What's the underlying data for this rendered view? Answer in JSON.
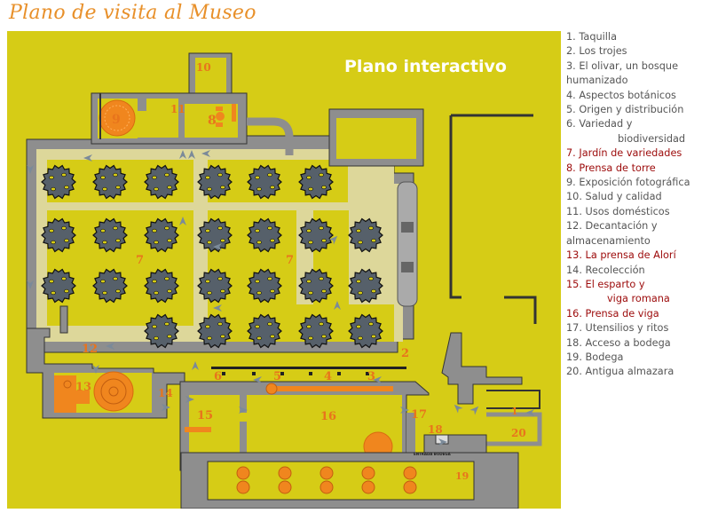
{
  "page": {
    "title": "Plano de visita al Museo"
  },
  "map": {
    "heading": "Plano interactivo",
    "colors": {
      "ground": "#d6cc16",
      "wall": "#8e8e8e",
      "path": "#ddd79a",
      "tree": "#56606a",
      "accent": "#f0861e",
      "label": "#e8741c"
    },
    "area_labels": [
      {
        "id": "1",
        "text": "1"
      },
      {
        "id": "2",
        "text": "2"
      },
      {
        "id": "3",
        "text": "3"
      },
      {
        "id": "4",
        "text": "4"
      },
      {
        "id": "5",
        "text": "5"
      },
      {
        "id": "6",
        "text": "6"
      },
      {
        "id": "7a",
        "text": "7"
      },
      {
        "id": "7b",
        "text": "7"
      },
      {
        "id": "8",
        "text": "8"
      },
      {
        "id": "9",
        "text": "9"
      },
      {
        "id": "10",
        "text": "10"
      },
      {
        "id": "11",
        "text": "11"
      },
      {
        "id": "12",
        "text": "12"
      },
      {
        "id": "13",
        "text": "13"
      },
      {
        "id": "14",
        "text": "14"
      },
      {
        "id": "15",
        "text": "15"
      },
      {
        "id": "16",
        "text": "16"
      },
      {
        "id": "17",
        "text": "17"
      },
      {
        "id": "18",
        "text": "18"
      },
      {
        "id": "19",
        "text": "19"
      },
      {
        "id": "20",
        "text": "20"
      }
    ],
    "entrance_label": "ENTRADA BODEGA"
  },
  "legend": {
    "items": [
      {
        "n": "1",
        "text": "1. Taquilla",
        "highlight": false
      },
      {
        "n": "2",
        "text": "2. Los trojes",
        "highlight": false
      },
      {
        "n": "3",
        "text": "3. El olivar, un bosque",
        "cont": "humanizado",
        "highlight": false
      },
      {
        "n": "4",
        "text": "4. Aspectos botánicos",
        "highlight": false
      },
      {
        "n": "5",
        "text": "5. Origen y distribución",
        "highlight": false
      },
      {
        "n": "6",
        "text": "6. Variedad y",
        "cont": "biodiversidad",
        "highlight": false
      },
      {
        "n": "7",
        "text": "7. Jardín de variedades",
        "highlight": true
      },
      {
        "n": "8",
        "text": "8. Prensa de torre",
        "highlight": true
      },
      {
        "n": "9",
        "text": "9. Exposición fotográfica",
        "highlight": false
      },
      {
        "n": "10",
        "text": "10. Salud y calidad",
        "highlight": false
      },
      {
        "n": "11",
        "text": "11. Usos domésticos",
        "highlight": false
      },
      {
        "n": "12",
        "text": "12. Decantación y",
        "cont": "almacenamiento",
        "highlight": false
      },
      {
        "n": "13",
        "text": "13. La prensa de Alorí",
        "highlight": true
      },
      {
        "n": "14",
        "text": "14. Recolección",
        "highlight": false
      },
      {
        "n": "15",
        "text": "15. El esparto y",
        "cont": "viga romana",
        "highlight": true
      },
      {
        "n": "16",
        "text": "16. Prensa de viga",
        "highlight": true
      },
      {
        "n": "17",
        "text": "17. Utensilios y ritos",
        "highlight": false
      },
      {
        "n": "18",
        "text": "18. Acceso a bodega",
        "highlight": false
      },
      {
        "n": "19",
        "text": "19. Bodega",
        "highlight": false
      },
      {
        "n": "20",
        "text": "20. Antigua almazara",
        "highlight": false
      }
    ]
  }
}
